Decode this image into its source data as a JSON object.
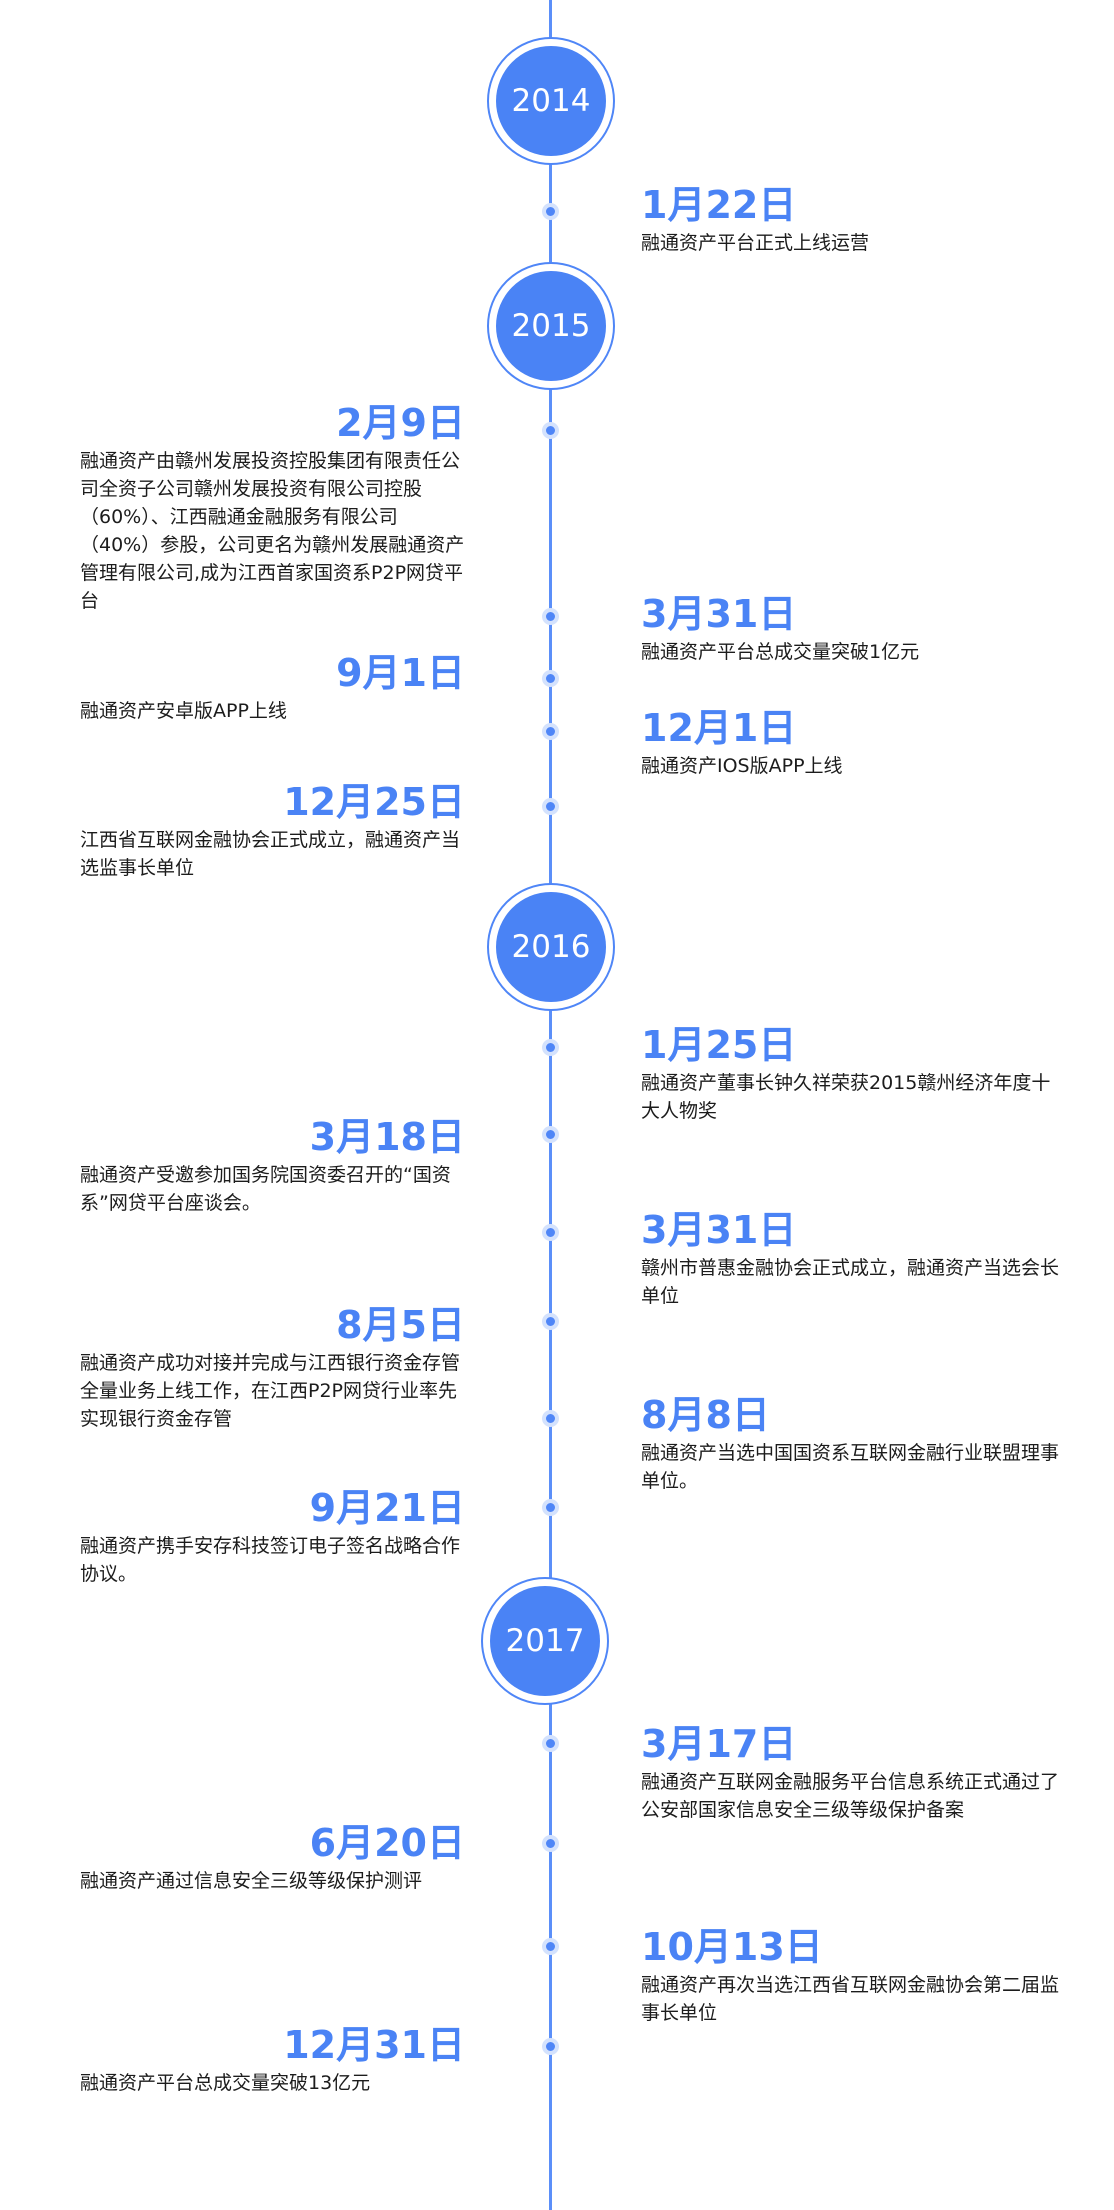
{
  "years": [
    "2014",
    "2015",
    "2016",
    "2017"
  ],
  "events": [
    {
      "date": "1月22日",
      "desc": "融通资产平台正式上线运营"
    },
    {
      "date": "2月9日",
      "desc": "融通资产由赣州发展投资控股集团有限责任公司全资子公司赣州发展投资有限公司控股（60%）、江西融通金融服务有限公司（40%）参股，公司更名为赣州发展融通资产管理有限公司,成为江西首家国资系P2P网贷平台"
    },
    {
      "date": "3月31日",
      "desc": "融通资产平台总成交量突破1亿元"
    },
    {
      "date": "9月1日",
      "desc": "融通资产安卓版APP上线"
    },
    {
      "date": "12月1日",
      "desc": "融通资产IOS版APP上线"
    },
    {
      "date": "12月25日",
      "desc": "江西省互联网金融协会正式成立，融通资产当选监事长单位"
    },
    {
      "date": "1月25日",
      "desc": "融通资产董事长钟久祥荣获2015赣州经济年度十大人物奖"
    },
    {
      "date": "3月18日",
      "desc": "融通资产受邀参加国务院国资委召开的“国资系”网贷平台座谈会。"
    },
    {
      "date": "3月31日",
      "desc": "赣州市普惠金融协会正式成立，融通资产当选会长单位"
    },
    {
      "date": "8月5日",
      "desc": "融通资产成功对接并完成与江西银行资金存管全量业务上线工作，在江西P2P网贷行业率先实现银行资金存管"
    },
    {
      "date": "8月8日",
      "desc": "融通资产当选中国国资系互联网金融行业联盟理事单位。"
    },
    {
      "date": "9月21日",
      "desc": "融通资产携手安存科技签订电子签名战略合作协议。"
    },
    {
      "date": "3月17日",
      "desc": "融通资产互联网金融服务平台信息系统正式通过了公安部国家信息安全三级等级保护备案"
    },
    {
      "date": "6月20日",
      "desc": "融通资产通过信息安全三级等级保护测评"
    },
    {
      "date": "10月13日",
      "desc": "融通资产再次当选江西省互联网金融协会第二届监事长单位"
    },
    {
      "date": "12月31日",
      "desc": "融通资产平台总成交量突破13亿元"
    }
  ],
  "colors": {
    "accent": "#4a83f5",
    "text": "#1c1c1c",
    "line": "#5b8ff9"
  }
}
